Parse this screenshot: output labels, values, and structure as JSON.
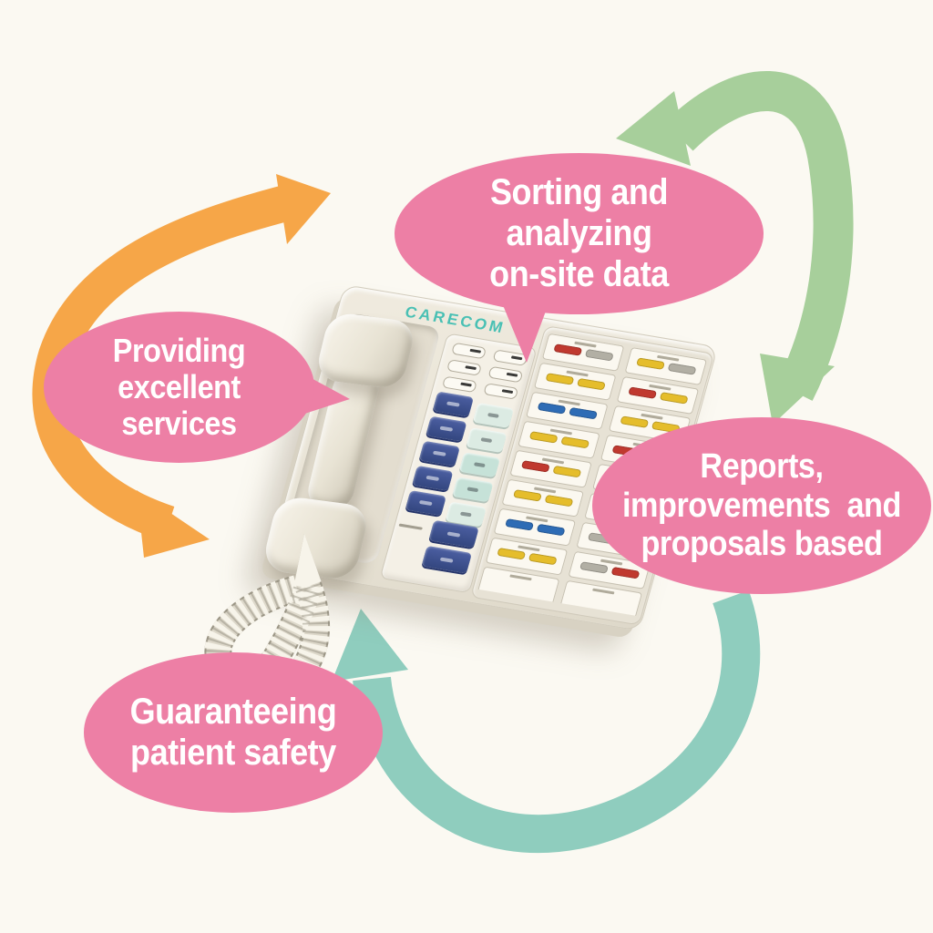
{
  "background_color": "#fbf9f2",
  "device": {
    "brand": "CARECOM",
    "logo_color": "#49c0b4",
    "body_color": "#ebe6da",
    "description": "nurse call master station console with handset and coiled cord",
    "middle_panel": {
      "indicator_slots": 6,
      "navy_keys": 5,
      "function_keys": 5,
      "wide_keys": 2
    },
    "pill_colors": {
      "red": "#c0392f",
      "yellow": "#e5bd2b",
      "blue": "#2e6cb5",
      "gray": "#b2afa4"
    },
    "station_columns": {
      "left": [
        [
          "red",
          "gray"
        ],
        [
          "yellow",
          "yellow"
        ],
        [
          "blue",
          "blue"
        ],
        [
          "yellow",
          "yellow"
        ],
        [
          "red",
          "yellow"
        ],
        [
          "yellow",
          "yellow"
        ],
        [
          "blue",
          "blue"
        ],
        [
          "yellow",
          "yellow"
        ],
        []
      ],
      "right": [
        [
          "yellow",
          "gray"
        ],
        [
          "red",
          "yellow"
        ],
        [
          "yellow",
          "yellow"
        ],
        [
          "red",
          "red"
        ],
        [
          "blue",
          "blue"
        ],
        [
          "red",
          "yellow"
        ],
        [
          "gray",
          "yellow"
        ],
        [
          "gray",
          "red"
        ],
        []
      ]
    }
  },
  "bubbles": {
    "fill": "#ed7fa5",
    "text_color": "#ffffff",
    "top": {
      "lines": [
        "Sorting and analyzing",
        "on-site data"
      ]
    },
    "left": {
      "lines": [
        "Providing",
        "excellent services"
      ]
    },
    "right": {
      "lines": [
        "Reports,",
        "improvements  and",
        "proposals based"
      ]
    },
    "bottom": {
      "lines": [
        "Guaranteeing",
        "patient safety"
      ]
    }
  },
  "arrows": {
    "orange": {
      "color": "#f6a648",
      "style": "double-headed curve on the left"
    },
    "green": {
      "color": "#a7cf9b",
      "style": "double-headed curve at top right"
    },
    "teal": {
      "color": "#8fcdbe",
      "style": "single-headed curve at bottom"
    }
  }
}
